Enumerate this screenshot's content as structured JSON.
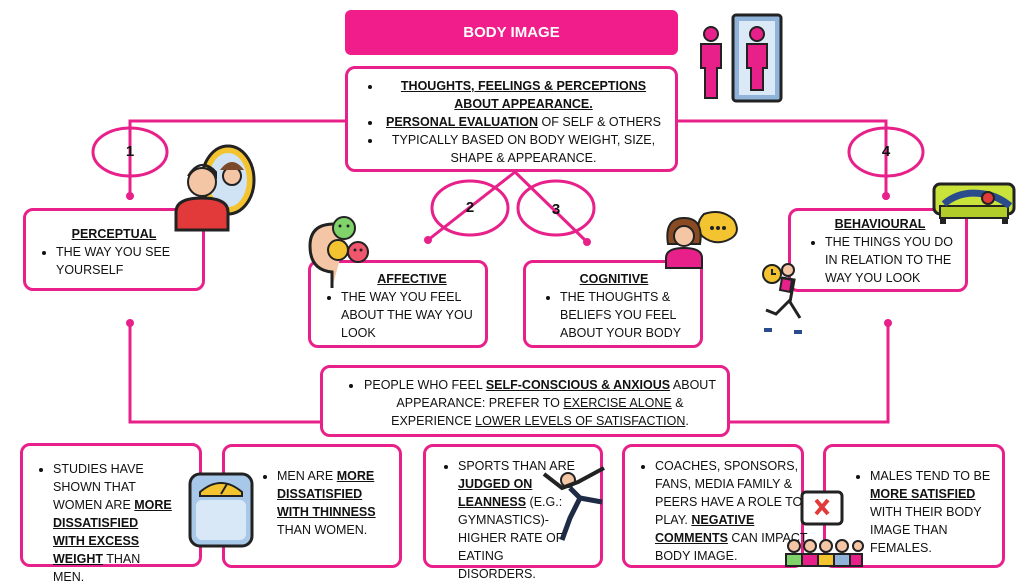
{
  "title": "BODY IMAGE",
  "definition": {
    "b1_a": "THOUGHTS, FEELINGS & PERCEPTIONS",
    "b1_b": "ABOUT APPEARANCE.",
    "b2_u": "PERSONAL EVALUATION",
    "b2_t": " OF SELF & OTHERS",
    "b3": "TYPICALLY BASED ON BODY WEIGHT, SIZE, SHAPE & APPEARANCE."
  },
  "numbers": [
    "1",
    "2",
    "3",
    "4"
  ],
  "perceptual": {
    "heading": "PERCEPTUAL",
    "text": "THE WAY YOU SEE YOURSELF"
  },
  "affective": {
    "heading": "AFFECTIVE",
    "text": "THE WAY YOU FEEL ABOUT THE WAY YOU LOOK"
  },
  "cognitive": {
    "heading": "COGNITIVE",
    "text": "THE THOUGHTS & BELIEFS YOU FEEL ABOUT YOUR BODY"
  },
  "behavioural": {
    "heading": "BEHAVIOURAL",
    "text": "THE THINGS YOU DO IN RELATION TO THE WAY YOU LOOK"
  },
  "middle": {
    "t1": "PEOPLE WHO FEEL ",
    "b1": "SELF-CONSCIOUS & ANXIOUS",
    "t2": " ABOUT APPEARANCE: PREFER TO ",
    "u1": "EXERCISE ALONE",
    "t3": " & EXPERIENCE ",
    "u2": "LOWER LEVELS OF SATISFACTION",
    "t4": "."
  },
  "bottom": {
    "studies": {
      "t1": "STUDIES HAVE SHOWN THAT WOMEN ARE ",
      "b1": "MORE DISSATISFIED WITH EXCESS WEIGHT",
      "t2": " THAN MEN."
    },
    "men": {
      "t1": "MEN ARE ",
      "b1": "MORE DISSATISFIED WITH THINNESS",
      "t2": " THAN WOMEN."
    },
    "sports": {
      "t1": "SPORTS THAN ARE ",
      "b1": "JUDGED ON LEANNESS",
      "t2": " (E.G.: GYMNASTICS)- HIGHER RATE OF EATING DISORDERS."
    },
    "coaches": {
      "t1": "COACHES, SPONSORS, FANS, MEDIA FAMILY & PEERS HAVE A ROLE TO PLAY. ",
      "b1": "NEGATIVE COMMENTS",
      "t2": " CAN IMPACT BODY IMAGE."
    },
    "males": {
      "t1": "MALES TEND TO BE ",
      "b1": "MORE SATISFIED",
      "t2": " WITH THEIR BODY IMAGE THAN FEMALES."
    }
  },
  "colors": {
    "accent": "#e8208a",
    "title_bg": "#f01d8b"
  }
}
